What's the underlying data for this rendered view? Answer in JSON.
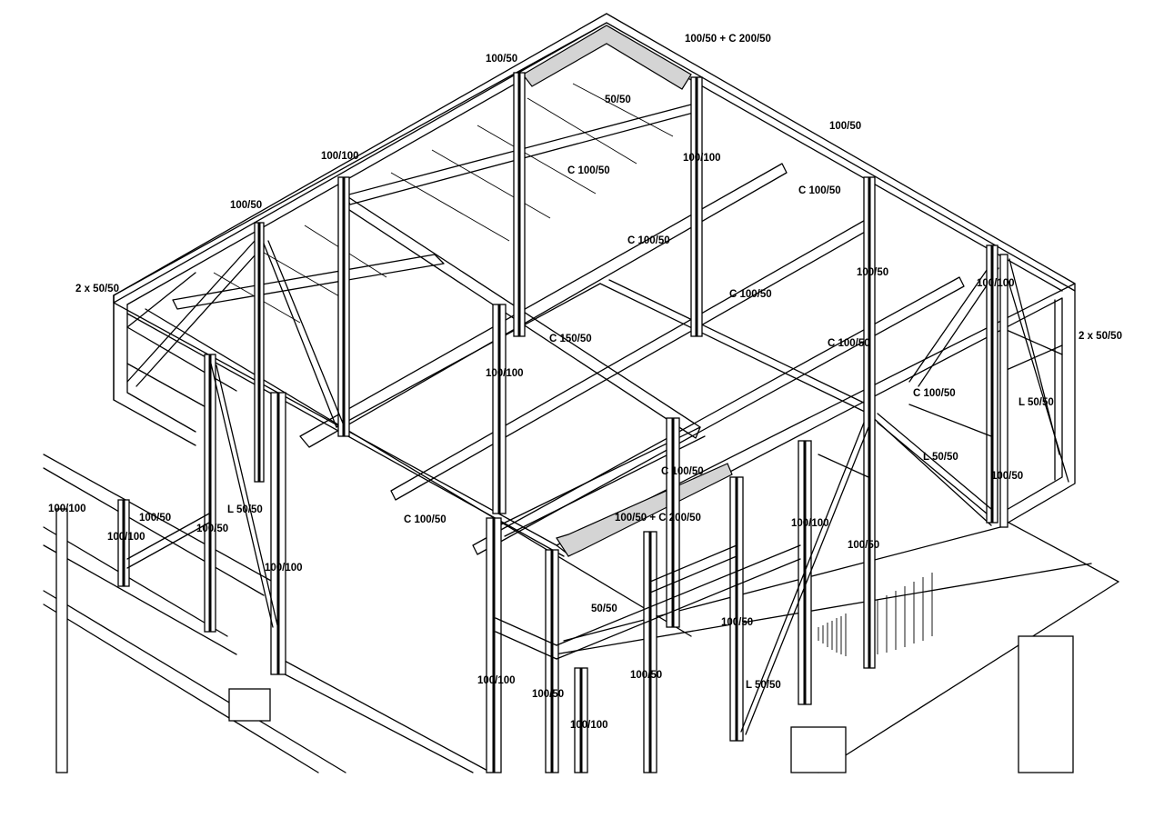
{
  "labels": {
    "l01": "100/50 + C 200/50",
    "l02": "100/50",
    "l03": "50/50",
    "l04": "100/50",
    "l05": "100/100",
    "l06": "C 100/50",
    "l07": "100/100",
    "l08": "C 100/50",
    "l09": "100/50",
    "l10": "C 100/50",
    "l11": "2 x 50/50",
    "l12": "100/50",
    "l13": "C 100/50",
    "l14": "100/100",
    "l15": "2 x 50/50",
    "l16": "C 150/50",
    "l17": "C 100/50",
    "l18": "100/100",
    "l19": "L 50/50",
    "l20": "C 100/50",
    "l21": "L 50/50",
    "l22": "C 100/50",
    "l23": "100/50",
    "l24": "100/100",
    "l25": "100/50",
    "l26": "L 50/50",
    "l27": "100/50 + C 200/50",
    "l28": "100/50",
    "l29": "100/100",
    "l30": "C 100/50",
    "l31": "100/100",
    "l32": "100/100",
    "l33": "100/50",
    "l34": "50/50",
    "l35": "100/50",
    "l36": "100/100",
    "l37": "100/50",
    "l38": "L 50/50",
    "l39": "100/50",
    "l40": "100/100"
  }
}
